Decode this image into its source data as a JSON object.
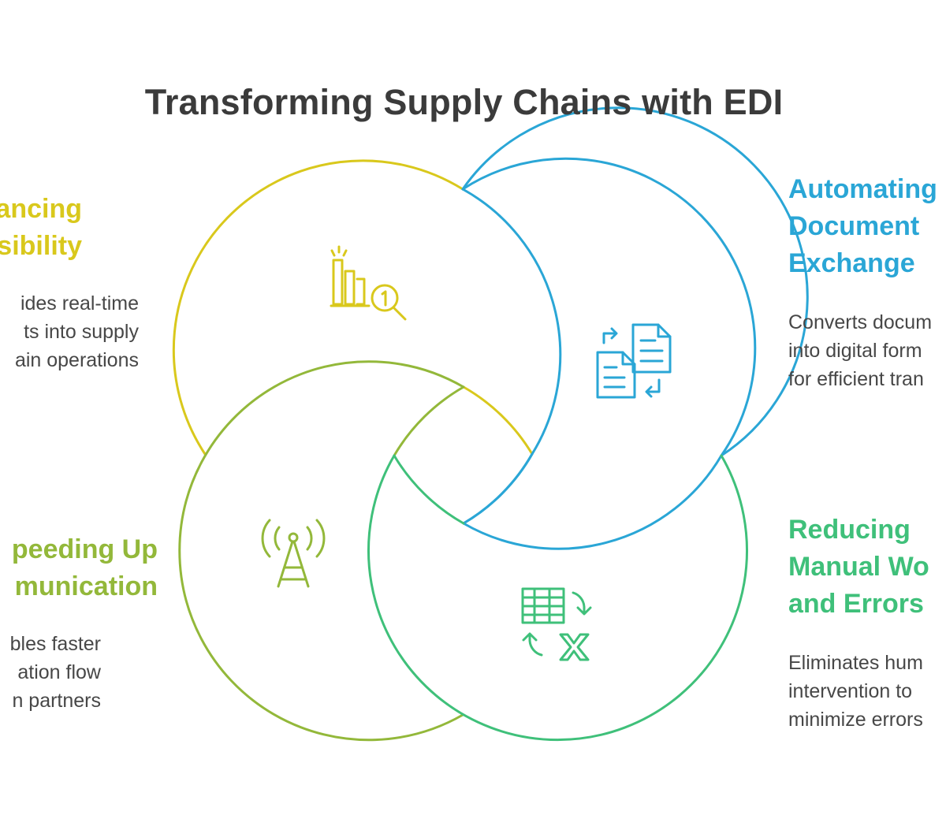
{
  "title": "Transforming Supply Chains with EDI",
  "colors": {
    "yellow": "#d9c81c",
    "blue": "#2aa6d6",
    "olive": "#93b83a",
    "green": "#3fc07a",
    "text": "#474747",
    "title": "#3b3b3b"
  },
  "sections": {
    "visibility": {
      "heading": [
        "ancing",
        "sibility"
      ],
      "text": [
        "ides real-time",
        "ts into supply",
        "ain operations"
      ],
      "icon": "bar-chart-magnifier-icon"
    },
    "automating": {
      "heading": [
        "Automating",
        "Document",
        "Exchange"
      ],
      "text": [
        "Converts docum",
        "into digital form",
        "for efficient tran"
      ],
      "icon": "document-exchange-icon"
    },
    "communication": {
      "heading": [
        "peeding Up",
        "munication"
      ],
      "text": [
        "bles faster",
        "ation flow",
        "n partners"
      ],
      "icon": "radio-tower-icon"
    },
    "reducing": {
      "heading": [
        "Reducing",
        "Manual Wo",
        "and Errors"
      ],
      "text": [
        "Eliminates hum",
        "intervention to",
        "minimize errors"
      ],
      "icon": "spreadsheet-cancel-icon"
    }
  }
}
